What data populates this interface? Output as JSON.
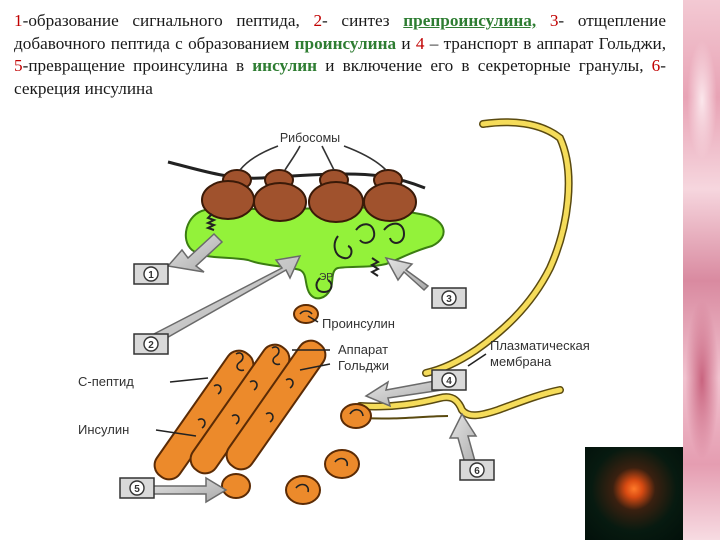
{
  "caption": {
    "n1": "1",
    "t1": "-образование сигнального пептида, ",
    "n2": "2",
    "t2": "- синтез ",
    "k1": "препроинсулина,",
    "t3": " ",
    "n3": "3",
    "t4": "- отщепление добавочного пептида с образованием ",
    "k2": "проинсулина",
    "t5": " и ",
    "n4": "4",
    "t6": " – транспорт в аппарат Гольджи, ",
    "n5": "5",
    "t7": "-превращение проинсулина в ",
    "k3": "инсулин",
    "t8": " и включение его в секреторные гранулы, ",
    "n6": "6",
    "t9": "-секреция инсулина"
  },
  "labels": {
    "ribosomes": "Рибосомы",
    "er": "ЭР",
    "proinsulin": "Проинсулин",
    "golgi_1": "Аппарат",
    "golgi_2": "Гольджи",
    "membrane_1": "Плазматическая",
    "membrane_2": "мембрана",
    "c_peptide": "С-пептид",
    "insulin": "Инсулин"
  },
  "steps": [
    "1",
    "2",
    "3",
    "4",
    "5",
    "6"
  ],
  "colors": {
    "er_green": "#93f23a",
    "ribosome": "#a0522d",
    "golgi": "#ec8a2b",
    "membrane": "#f5dc5a",
    "arrow": "#c7c7c7",
    "step_number": "#c00000",
    "keyword": "#2e7d32"
  }
}
